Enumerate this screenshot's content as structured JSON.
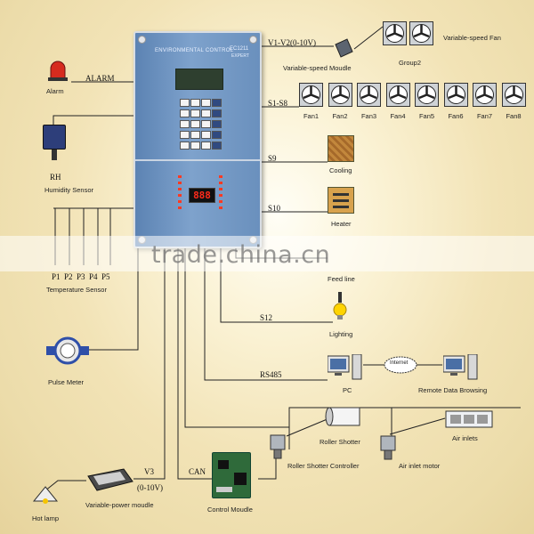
{
  "controller": {
    "title": "ENVIRONMENTAL CONTROL",
    "model": "EC1211",
    "subtitle": "EXPERT",
    "display_value": "888"
  },
  "signals": {
    "alarm": "ALARM",
    "v1v2": "V1-V2(0-10V)",
    "s1s8": "S1-S8",
    "s9": "S9",
    "s10": "S10",
    "s12": "S12",
    "rs485": "RS485",
    "can": "CAN",
    "v3": "V3",
    "v3_range": "(0-10V)",
    "rh": "RH"
  },
  "devices": {
    "alarm": "Alarm",
    "humidity_sensor": "Humidity Sensor",
    "temperature_sensor": "Temperature Sensor",
    "pulse_meter": "Pulse Meter",
    "hot_lamp": "Hot lamp",
    "variable_power_module": "Variable-power moudle",
    "control_module": "Control Moudle",
    "variable_speed_module": "Variable-speed Moudle",
    "variable_speed_fan": "Variable-speed Fan",
    "group2": "Group2",
    "cooling": "Cooling",
    "heater": "Heater",
    "feed_line": "Feed line",
    "lighting": "Lighting",
    "pc": "PC",
    "internet": "Internet",
    "remote_data": "Remote Data Browsing",
    "roller_shutter": "Roller Shotter",
    "roller_shutter_controller": "Roller Shotter Controller",
    "air_inlets": "Air inlets",
    "air_inlet_motor": "Air inlet motor"
  },
  "temp_probes": [
    "P1",
    "P2",
    "P3",
    "P4",
    "P5"
  ],
  "fans": [
    "Fan1",
    "Fan2",
    "Fan3",
    "Fan4",
    "Fan5",
    "Fan6",
    "Fan7",
    "Fan8"
  ],
  "watermark": "trade.china.cn"
}
